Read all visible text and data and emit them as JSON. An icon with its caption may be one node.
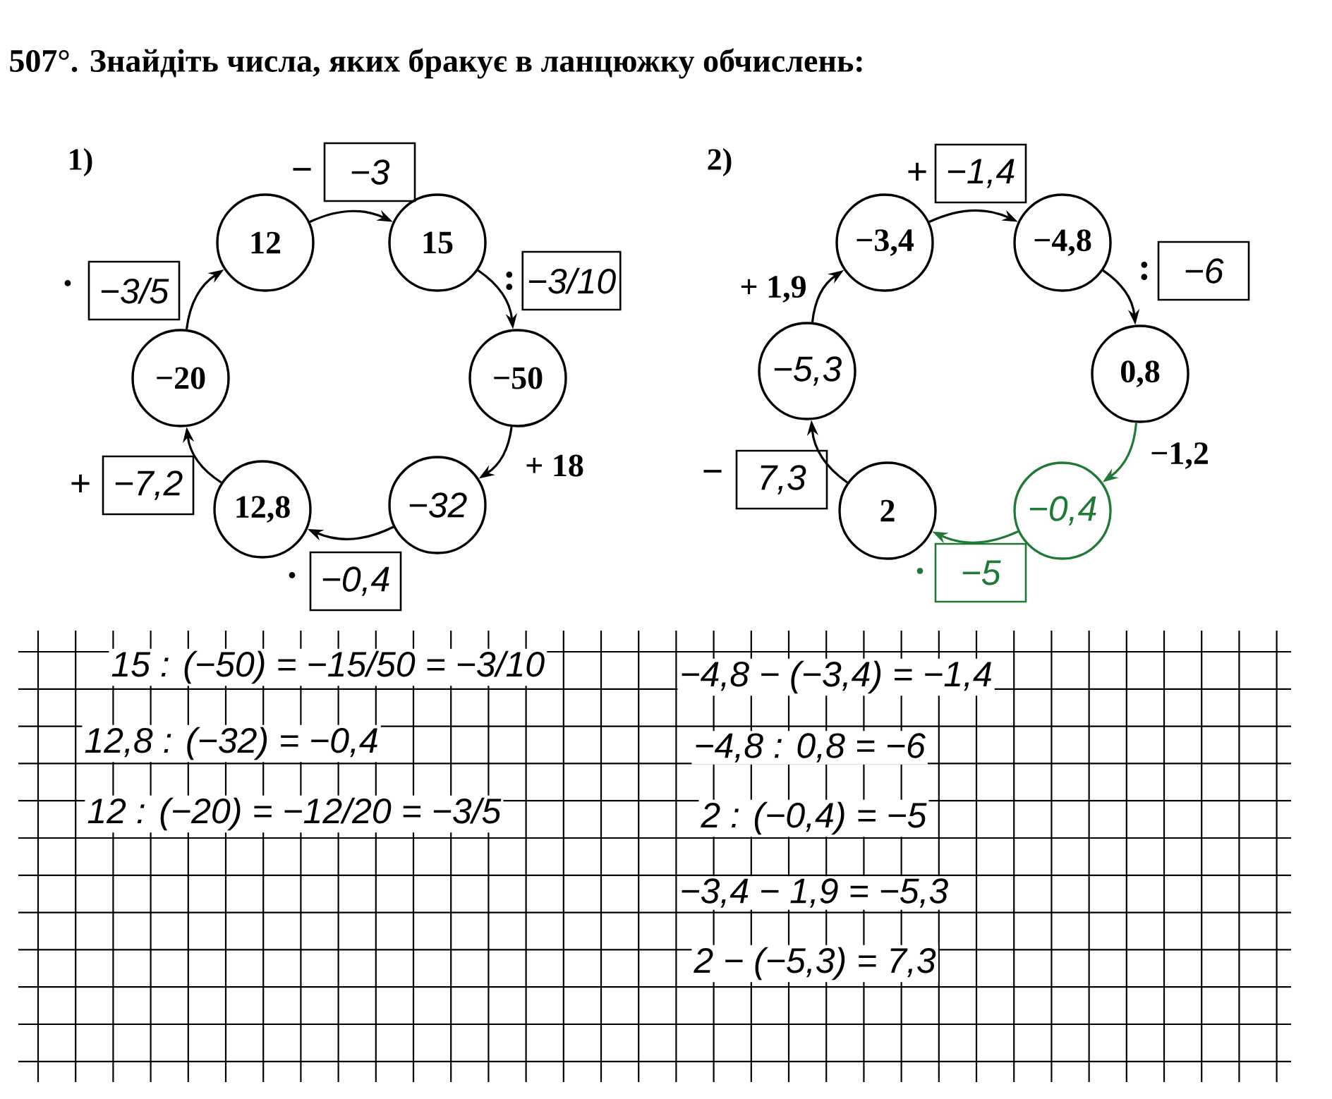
{
  "diagram": {
    "title": "507°. Знайдіть числа, яких бракує в ланцюжку обчислень:",
    "nodes": [
      {
        "text": [
          "12"
        ]
      },
      {
        "text": [
          "15"
        ]
      },
      {
        "text": [
          "−50"
        ]
      },
      {
        "text": [
          "−32"
        ]
      },
      {
        "text": [
          "12,8"
        ]
      },
      {
        "text": [
          "−20"
        ]
      },
      {
        "text": [
          "−3"
        ],
        "beside": [
          "−"
        ]
      },
      {
        "text": [
          "−3/10"
        ],
        "beside": [
          ":"
        ]
      },
      {
        "text": [
          "−3/5"
        ],
        "beside": [
          "·"
        ]
      },
      {
        "text": [
          "−7,2"
        ],
        "beside": [
          "+"
        ]
      },
      {
        "text": [
          "−0,4"
        ],
        "beside": [
          "·"
        ]
      },
      {
        "text": [
          "−3,4"
        ]
      },
      {
        "text": [
          "−4,8"
        ]
      },
      {
        "text": [
          "0,8"
        ]
      },
      {
        "text": [
          "−0,4"
        ]
      },
      {
        "text": [
          "2"
        ]
      },
      {
        "text": [
          "−5,3"
        ]
      },
      {
        "text": [
          "−1,4"
        ],
        "beside": [
          "+"
        ]
      },
      {
        "text": [
          "−6"
        ],
        "beside": [
          ":"
        ]
      },
      {
        "text": [
          "7,3"
        ],
        "beside": [
          "−"
        ]
      },
      {
        "text": [
          "−5"
        ],
        "beside": [
          "·"
        ]
      }
    ],
    "edges": [
      {
        "from": 0,
        "to": 1,
        "arrow": "to"
      },
      {
        "from": 1,
        "to": 2,
        "arrow": "to"
      },
      {
        "from": 2,
        "to": 3,
        "arrow": "to",
        "label": "+ 18"
      },
      {
        "from": 3,
        "to": 4,
        "arrow": "to"
      },
      {
        "from": 4,
        "to": 5,
        "arrow": "to"
      },
      {
        "from": 5,
        "to": 0,
        "arrow": "to"
      },
      {
        "from": 11,
        "to": 12,
        "arrow": "to"
      },
      {
        "from": 12,
        "to": 13,
        "arrow": "to"
      },
      {
        "from": 13,
        "to": 14,
        "arrow": "to",
        "label": "−1,2",
        "color": "#1f7a35"
      },
      {
        "from": 14,
        "to": 15,
        "arrow": "to",
        "color": "#1f7a35"
      },
      {
        "from": 15,
        "to": 16,
        "arrow": "to"
      },
      {
        "from": 16,
        "to": 11,
        "arrow": "to",
        "label": "+ 1,9"
      }
    ],
    "labels": [
      "1)",
      "2)",
      "15 : (−50) = −15/50 = −3/10",
      "12,8 : (−32) = −0,4",
      "12 : (−20) = −12/20 = −3/5",
      "−4,8 − (−3,4) = −1,4",
      "−4,8 : 0,8 = −6",
      "2 : (−0,4) = −5",
      "−3,4 − 1,9 = −5,3",
      "2 − (−5,3) = 7,3"
    ]
  }
}
